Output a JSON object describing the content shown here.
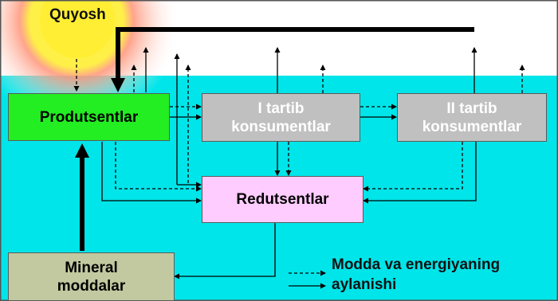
{
  "colors": {
    "water": "#00e5e9",
    "sky": "#ffffff",
    "sun": "#ffee33",
    "producer": "#22ee22",
    "consumer": "#c0c0c0",
    "reducer": "#ffccff",
    "mineral": "#c2c9a0",
    "line": "#000000"
  },
  "sun": {
    "label": "Quyosh"
  },
  "producers": {
    "label": "Produtsentlar"
  },
  "consumers1": {
    "line1": "I tartib",
    "line2": "konsumentlar"
  },
  "consumers2": {
    "line1": "II tartib",
    "line2": "konsumentlar"
  },
  "reducers": {
    "label": "Redutsentlar"
  },
  "minerals": {
    "line1": "Mineral",
    "line2": "moddalar"
  },
  "legend": {
    "line1": "Modda va energiyaning",
    "line2": "aylanishi"
  }
}
